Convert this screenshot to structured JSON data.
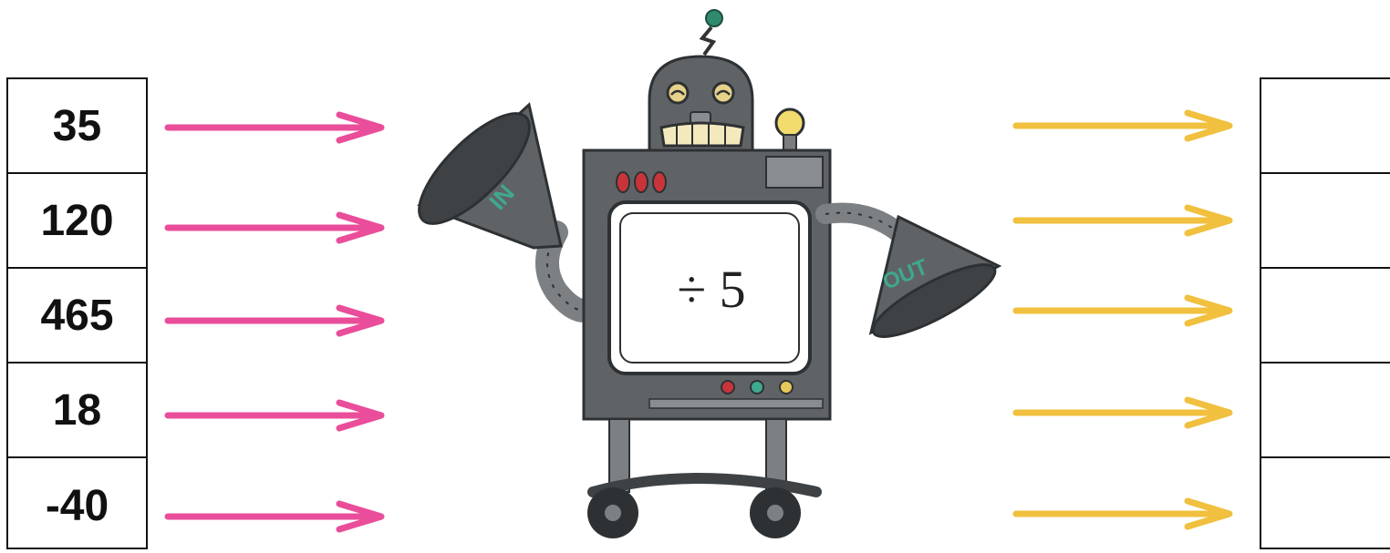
{
  "inputs": [
    "35",
    "120",
    "465",
    "18",
    "-40"
  ],
  "operation": "÷ 5",
  "funnel_in_label": "IN",
  "funnel_out_label": "OUT",
  "colors": {
    "input_arrow": "#ea4d9a",
    "output_arrow": "#f0c03e",
    "robot_body": "#5f6366",
    "robot_dark": "#3f4245",
    "funnel_text": "#3fa88f"
  }
}
